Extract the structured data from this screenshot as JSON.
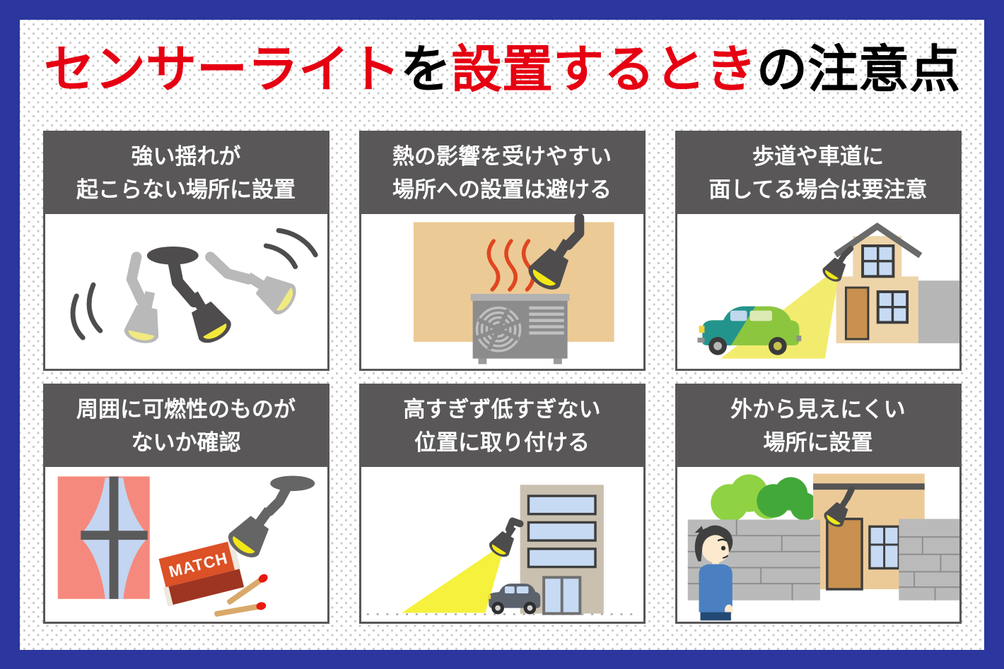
{
  "frame": {
    "border_color": "#2b369e",
    "background_dot_color": "#c9c9c9"
  },
  "title": {
    "full_text": "センサーライトを設置するときの注意点",
    "segments": [
      {
        "text": "センサーライト",
        "color": "#e60012"
      },
      {
        "text": "を",
        "color": "#000000"
      },
      {
        "text": "設置するとき",
        "color": "#e60012"
      },
      {
        "text": "の",
        "color": "#000000"
      },
      {
        "text": "注意点",
        "color": "#000000"
      }
    ]
  },
  "panels": [
    {
      "id": "no-strong-shaking",
      "title_lines": [
        "強い揺れが",
        "起こらない場所に設置"
      ],
      "illustration": "sensor-light-shaking"
    },
    {
      "id": "avoid-heat-sources",
      "title_lines": [
        "熱の影響を受けやすい",
        "場所への設置は避ける"
      ],
      "illustration": "air-conditioner-heat"
    },
    {
      "id": "facing-road-caution",
      "title_lines": [
        "歩道や車道に",
        "面してる場合は要注意"
      ],
      "illustration": "house-light-shining-on-car"
    },
    {
      "id": "check-flammables",
      "title_lines": [
        "周囲に可燃性のものが",
        "ないか確認"
      ],
      "illustration": "curtain-matchbox-matches"
    },
    {
      "id": "proper-mounting-height",
      "title_lines": [
        "高すぎず低すぎない",
        "位置に取り付ける"
      ],
      "illustration": "building-light-shining-on-car"
    },
    {
      "id": "hidden-from-outside",
      "title_lines": [
        "外から見えにくい",
        "場所に設置"
      ],
      "illustration": "person-behind-wall"
    }
  ],
  "labels": {
    "matchbox": "MATCH"
  },
  "style_colors": {
    "header_bg": "#595757",
    "accent_red": "#e60012",
    "lamp_dark": "#4e4c4c",
    "lamp_light": "#b9b9b9",
    "lens_yellow": "#f2e83a",
    "beam_yellow": "#f5f04a",
    "heat_red": "#e0461f",
    "wall_tan": "#ecca96",
    "window_blue": "#c6daf3",
    "bush_green_light": "#8fd244",
    "bush_green_dark": "#43a83a",
    "car_teal": "#23948c",
    "car_green": "#8cc63f"
  }
}
